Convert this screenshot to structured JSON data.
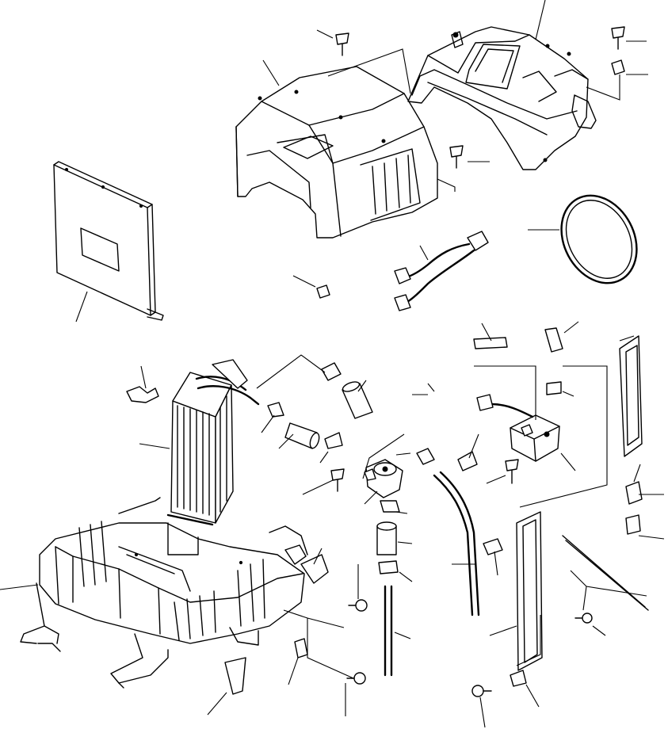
{
  "figure": {
    "kind": "exploded-parts-diagram",
    "line_color": "#000000",
    "background": "#ffffff"
  },
  "parts": [
    {
      "id": "upper-cover",
      "icon": "upper-cover-icon"
    },
    {
      "id": "upper-bracket",
      "icon": "upper-bracket-icon"
    },
    {
      "id": "side-panel",
      "icon": "side-panel-icon"
    },
    {
      "id": "belt-seal",
      "icon": "belt-icon"
    },
    {
      "id": "wire-harness",
      "icon": "harness-icon"
    },
    {
      "id": "heater-core",
      "icon": "heater-core-icon"
    },
    {
      "id": "lower-case",
      "icon": "lower-case-icon"
    },
    {
      "id": "valve-assembly",
      "icon": "valve-icon"
    },
    {
      "id": "actuator",
      "icon": "actuator-icon"
    },
    {
      "id": "hoses",
      "icon": "hose-icon"
    },
    {
      "id": "filter-panel",
      "icon": "filter-panel-icon"
    },
    {
      "id": "fasteners",
      "icon": "screw-icon"
    }
  ]
}
